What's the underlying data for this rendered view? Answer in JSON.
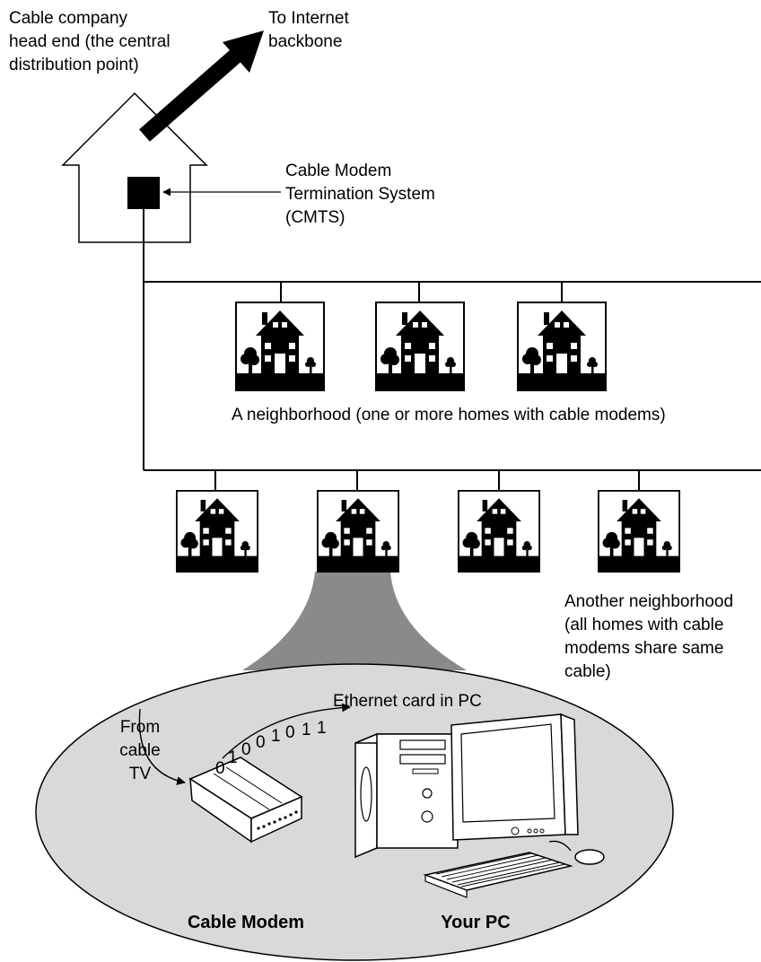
{
  "labels": {
    "head_end": [
      "Cable company",
      "head end (the central",
      "distribution point)"
    ],
    "internet": [
      "To Internet",
      "backbone"
    ],
    "cmts": [
      "Cable Modem",
      "Termination System",
      "(CMTS)"
    ],
    "neighborhood1": "A neighborhood (one or more homes with cable modems)",
    "neighborhood2": [
      "Another neighborhood",
      "(all homes with cable",
      "modems share same",
      "cable)"
    ],
    "ethernet": "Ethernet card in PC",
    "from_tv": [
      "From",
      "cable",
      "TV"
    ],
    "bits": [
      "0",
      "1",
      "0",
      "0",
      "1",
      "0",
      "1",
      "1"
    ],
    "cable_modem": "Cable Modem",
    "your_pc": "Your PC"
  },
  "colors": {
    "line": "#000000",
    "zoom_fill": "#d9d9d9",
    "house_bg": "#ffffff"
  }
}
